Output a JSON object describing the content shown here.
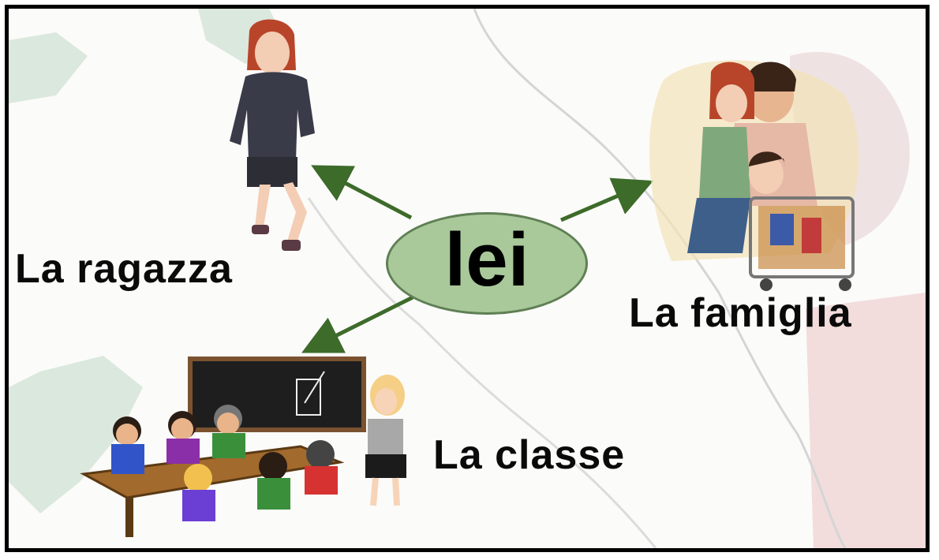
{
  "center_word": "lei",
  "labels": {
    "ragazza": "La ragazza",
    "famiglia": "La famiglia",
    "classe": "La classe"
  },
  "colors": {
    "ellipse_fill": "#a9c99a",
    "arrow": "#3d6b2a",
    "map_green": "#d6e6d9",
    "map_red": "#efd9d9"
  },
  "icons": [
    "girl-running-illustration",
    "family-shopping-illustration",
    "classroom-illustration"
  ]
}
